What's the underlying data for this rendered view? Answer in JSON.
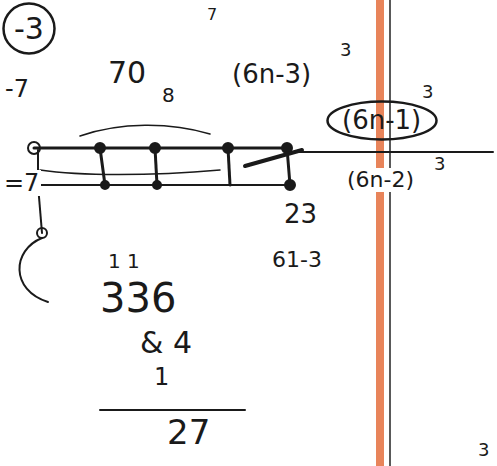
{
  "diagram": {
    "nodes": [
      {
        "text": [
          "-3"
        ]
      },
      {
        "text": [
          "(6n-1)"
        ]
      }
    ],
    "labels": [
      "7",
      "-7",
      "70",
      "8",
      "(6n-3)",
      "3",
      "3",
      "(6n-2)",
      "3",
      "=7",
      "23",
      "61-3",
      "1 1",
      "336",
      "& 4",
      "1",
      "27",
      "3"
    ]
  }
}
